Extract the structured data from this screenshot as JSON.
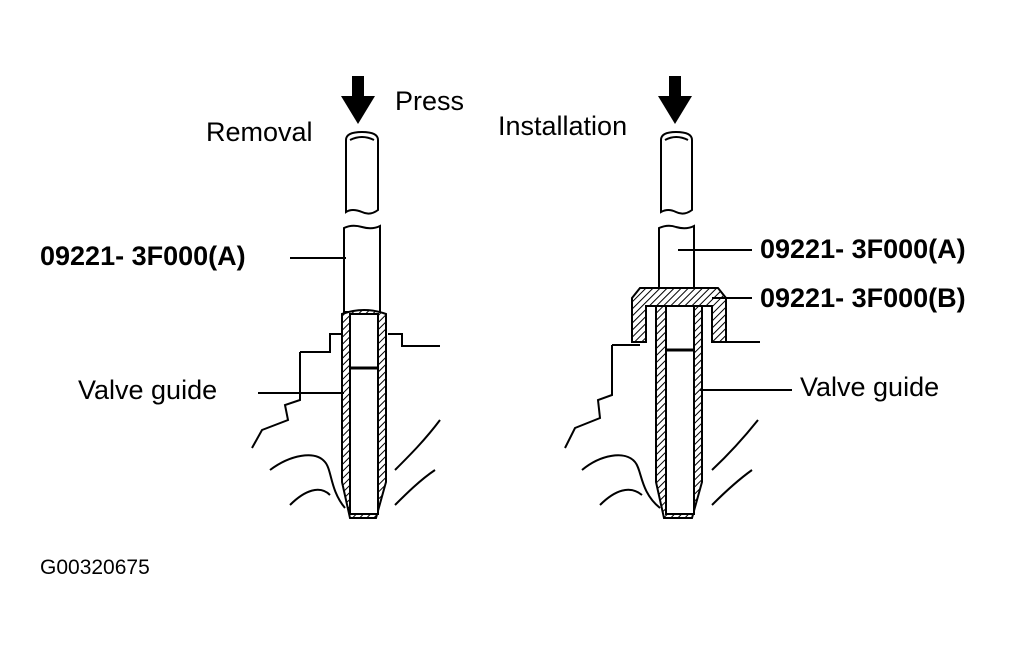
{
  "removal": {
    "action_label": "Press",
    "title": "Removal",
    "tool_a_label": "09221- 3F000(A)",
    "part_label": "Valve guide"
  },
  "installation": {
    "title": "Installation",
    "tool_a_label": "09221- 3F000(A)",
    "tool_b_label": "09221- 3F000(B)",
    "part_label": "Valve guide"
  },
  "figure_id": "G00320675"
}
